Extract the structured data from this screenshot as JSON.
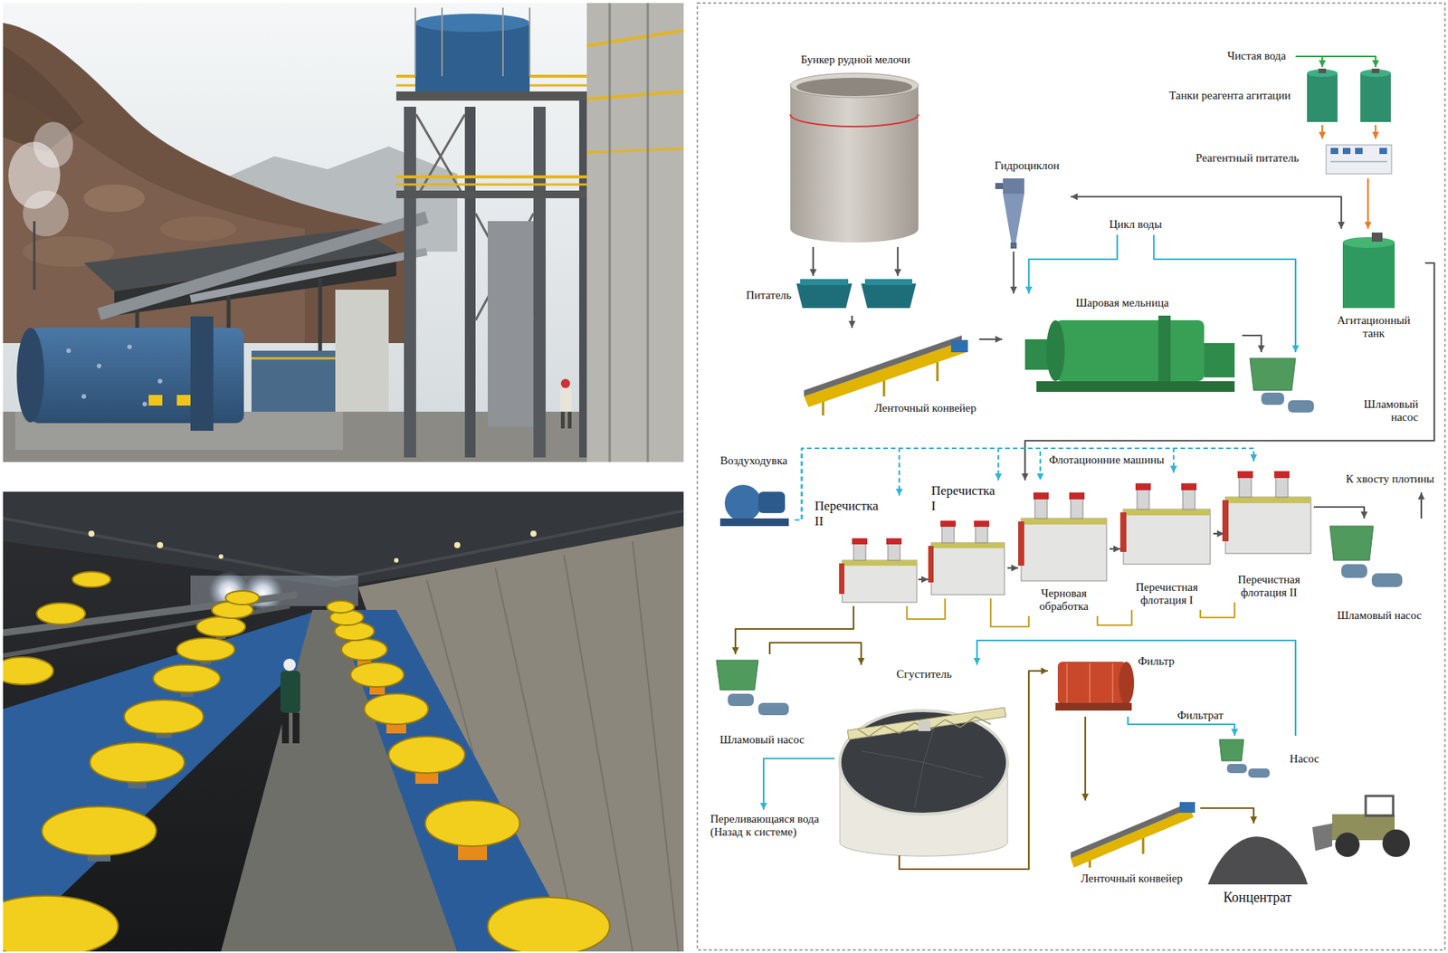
{
  "diagram": {
    "nodes": [
      {
        "text": [
          "Чистая вода"
        ]
      },
      {
        "text": [
          "Бункер рудной мелочи"
        ]
      },
      {
        "text": [
          "Танки реагента агитации"
        ]
      },
      {
        "text": [
          "Реагентный питатель"
        ]
      },
      {
        "text": [
          "Гидроциклон"
        ]
      },
      {
        "text": [
          "Цикл воды"
        ]
      },
      {
        "text": [
          "Питатель"
        ]
      },
      {
        "text": [
          "Шаровая мельница"
        ]
      },
      {
        "text": [
          "Агитационный танк"
        ]
      },
      {
        "text": [
          "Ленточный конвейер"
        ]
      },
      {
        "text": [
          "Шламовый насос"
        ]
      },
      {
        "text": [
          "Воздуходувка"
        ]
      },
      {
        "text": [
          "Перечистка II"
        ]
      },
      {
        "text": [
          "Перечистка I"
        ]
      },
      {
        "text": [
          "Черновая обработка"
        ]
      },
      {
        "text": [
          "Перечистная флотация I"
        ]
      },
      {
        "text": [
          "Перечистная флотация II"
        ]
      },
      {
        "text": [
          "К хвосту плотины"
        ]
      },
      {
        "text": [
          "Шламовый насос"
        ]
      },
      {
        "text": [
          "Сгуститель"
        ]
      },
      {
        "text": [
          "Фильтр"
        ]
      },
      {
        "text": [
          "Шламовый насос"
        ]
      },
      {
        "text": [
          "Насос"
        ]
      },
      {
        "text": [
          "Переливающаяся вода (Назад к системе)"
        ]
      },
      {
        "text": [
          "Ленточный конвейер"
        ]
      },
      {
        "text": [
          "Концентрат"
        ]
      }
    ],
    "edges": [
      {
        "from": 0,
        "to": 2,
        "arrow": "to"
      },
      {
        "from": 0,
        "to": 2,
        "arrow": "to"
      },
      {
        "from": 1,
        "to": 6,
        "arrow": "to"
      },
      {
        "from": 1,
        "to": 6,
        "arrow": "to"
      },
      {
        "from": 2,
        "to": 3,
        "arrow": "to"
      },
      {
        "from": 2,
        "to": 3,
        "arrow": "to"
      },
      {
        "from": 3,
        "to": 8,
        "arrow": "to"
      },
      {
        "from": 4,
        "to": 8,
        "arrow": "both"
      },
      {
        "from": 4,
        "to": 7,
        "arrow": "to"
      },
      {
        "from": 5,
        "to": 7,
        "arrow": "to"
      },
      {
        "from": 5,
        "to": 10,
        "arrow": "to"
      },
      {
        "from": 6,
        "to": 9,
        "arrow": "to"
      },
      {
        "from": 9,
        "to": 7,
        "arrow": "to"
      },
      {
        "from": 7,
        "to": 10,
        "arrow": "to"
      },
      {
        "from": 8,
        "to": 14,
        "arrow": "to"
      },
      {
        "from": 11,
        "to": 12,
        "arrow": "to"
      },
      {
        "from": 11,
        "to": 13,
        "arrow": "to"
      },
      {
        "from": 11,
        "to": 14,
        "arrow": "to"
      },
      {
        "from": 11,
        "to": 15,
        "arrow": "to"
      },
      {
        "from": 11,
        "to": 16,
        "arrow": "to"
      },
      {
        "from": 12,
        "to": 13,
        "arrow": "to"
      },
      {
        "from": 13,
        "to": 14,
        "arrow": "to"
      },
      {
        "from": 14,
        "to": 15,
        "arrow": "to"
      },
      {
        "from": 15,
        "to": 16,
        "arrow": "to"
      },
      {
        "from": 14,
        "to": 13,
        "arrow": "none"
      },
      {
        "from": 13,
        "to": 12,
        "arrow": "none"
      },
      {
        "from": 15,
        "to": 14,
        "arrow": "none"
      },
      {
        "from": 16,
        "to": 15,
        "arrow": "none"
      },
      {
        "from": 16,
        "to": 18,
        "arrow": "to"
      },
      {
        "from": 18,
        "to": 17,
        "arrow": "to"
      },
      {
        "from": 12,
        "to": 21,
        "arrow": "to"
      },
      {
        "from": 21,
        "to": 19,
        "arrow": "to"
      },
      {
        "from": 19,
        "to": 20,
        "arrow": "to"
      },
      {
        "from": 19,
        "to": 23,
        "arrow": "to"
      },
      {
        "from": 22,
        "to": 19,
        "arrow": "to"
      },
      {
        "from": 20,
        "to": 22,
        "label": "Фильтрат",
        "arrow": "to"
      },
      {
        "from": 20,
        "to": 24,
        "arrow": "to"
      },
      {
        "from": 24,
        "to": 25,
        "arrow": "to"
      }
    ],
    "labels": [
      "Флотационние машины"
    ]
  }
}
